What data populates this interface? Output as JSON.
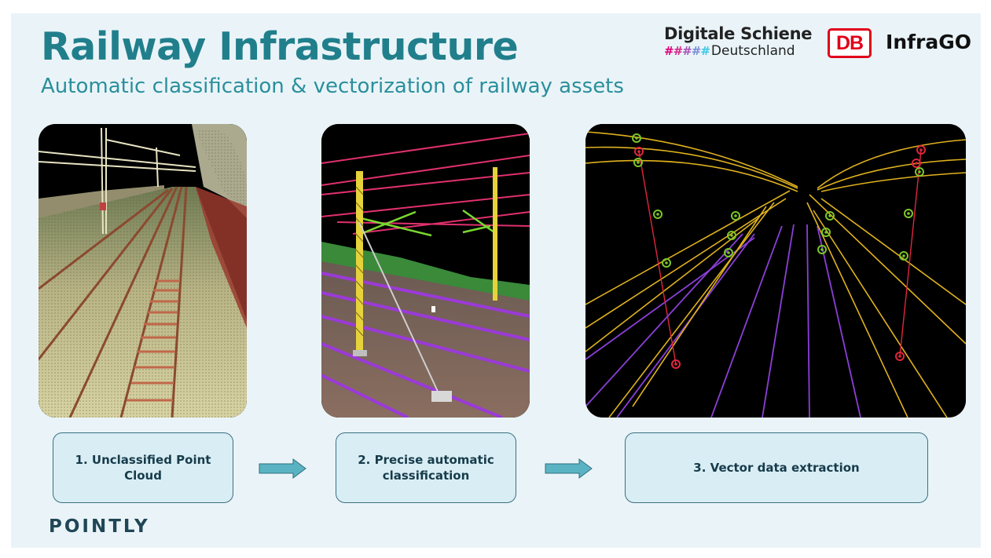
{
  "slide": {
    "title": "Railway Infrastructure",
    "subtitle": "Automatic classification & vectorization of railway assets"
  },
  "logos": {
    "digitale_schiene_line1": "Digitale Schiene",
    "digitale_schiene_line2": "Deutschland",
    "hash_marks": "#####",
    "db_mark": "DB",
    "infrago": "InfraGO",
    "pointly": "POINTLY"
  },
  "steps": [
    {
      "label": "1. Unclassified Point Cloud"
    },
    {
      "label": "2. Precise automatic classification"
    },
    {
      "label": "3. Vector data extraction"
    }
  ],
  "colors": {
    "title": "#217f8c",
    "subtitle": "#2a8f9c",
    "slide_bg": "#eaf4f8",
    "step_bg": "#d9eef4",
    "arrow": "#5ab3c2",
    "db_red": "#e2001a",
    "vector_wire": "#e0b21e",
    "vector_rail": "#8b3fd8",
    "vector_node_green": "#7ac62b",
    "vector_node_red": "#e0263c"
  },
  "icons": {
    "arrow": "right-arrow-icon"
  }
}
